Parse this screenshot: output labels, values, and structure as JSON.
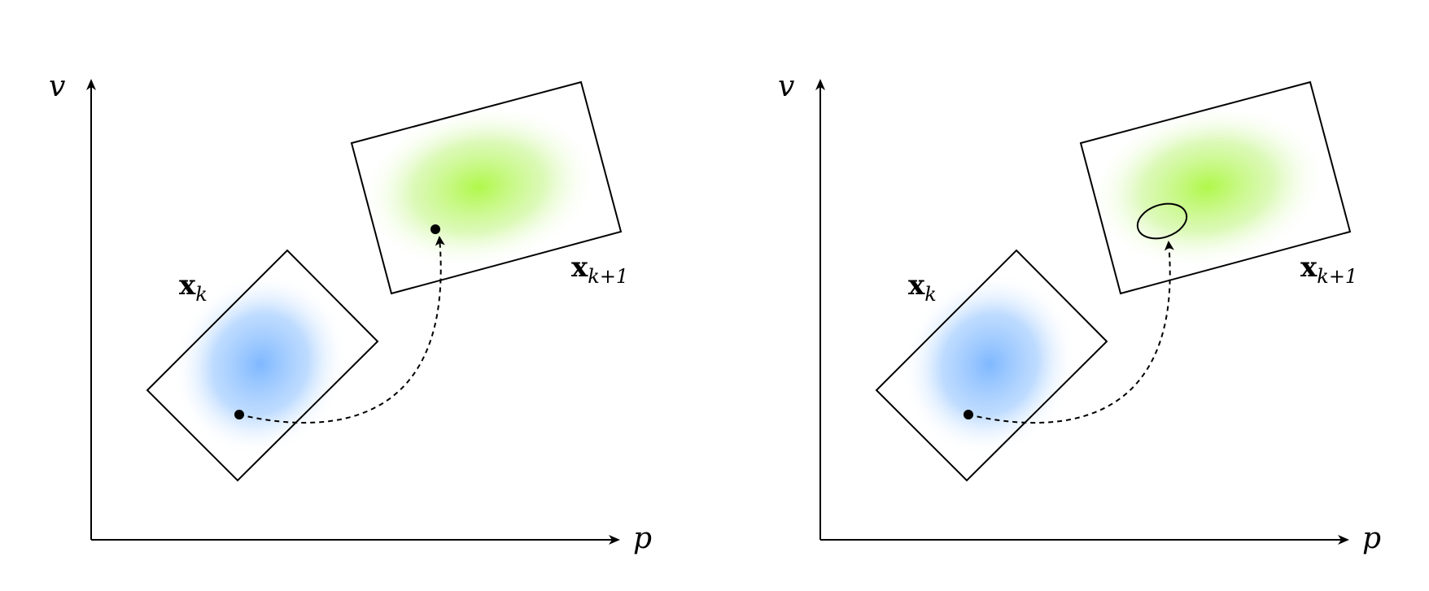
{
  "colors": {
    "axis": "#000000",
    "blue_blob": "#7fb8ff",
    "green_blob": "#b0f84a",
    "outline": "#000000"
  },
  "panels": [
    {
      "id": "left",
      "axis_x_label": "p",
      "axis_y_label": "v",
      "state_k_label": {
        "main": "x",
        "sub": "k"
      },
      "state_k1_label": {
        "main": "x",
        "sub": "k+1"
      },
      "target_marker": "point"
    },
    {
      "id": "right",
      "axis_x_label": "p",
      "axis_y_label": "v",
      "state_k_label": {
        "main": "x",
        "sub": "k"
      },
      "state_k1_label": {
        "main": "x",
        "sub": "k+1"
      },
      "target_marker": "ellipse"
    }
  ]
}
